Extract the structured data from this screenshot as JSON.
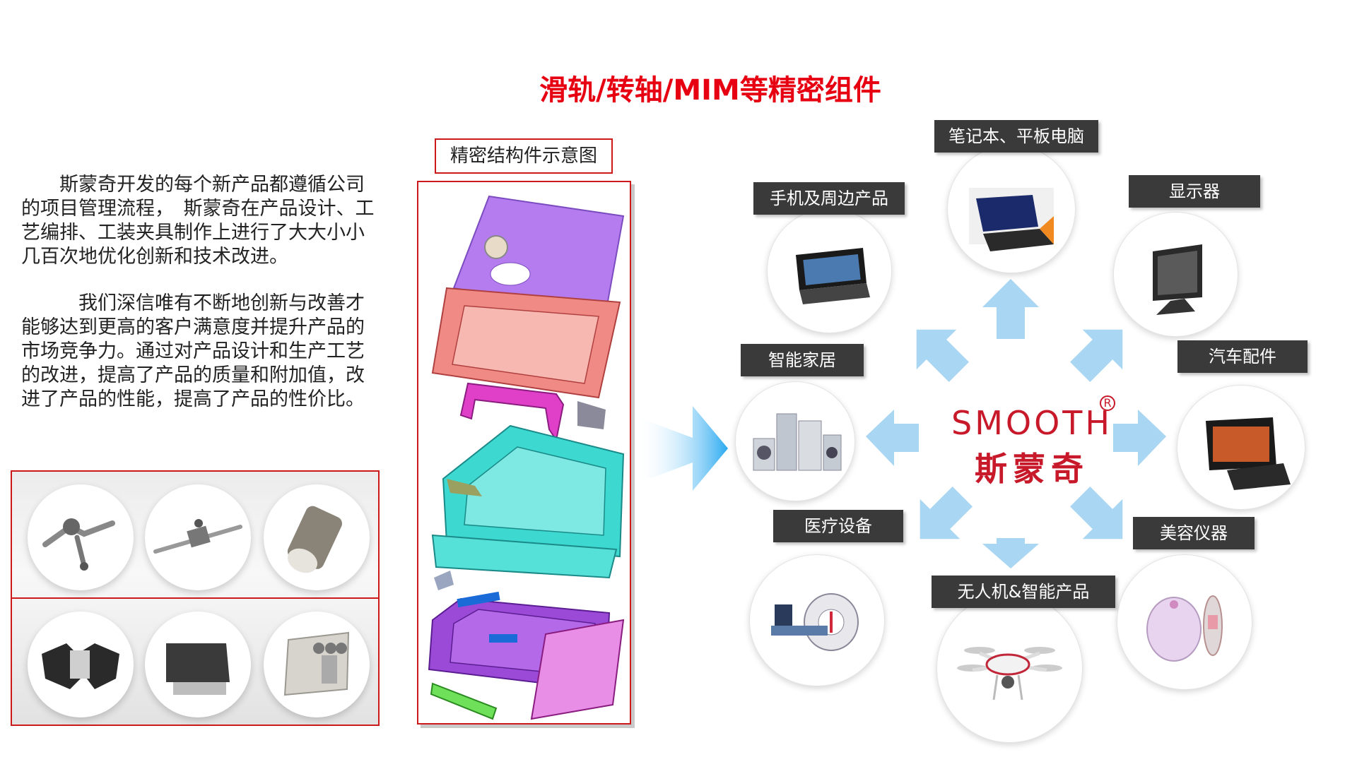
{
  "title": "滑轨/转轴/MIM等精密组件",
  "intro": {
    "paragraph1": "斯蒙奇开发的每个新产品都遵循公司的项目管理流程，　斯蒙奇在产品设计、工艺编排、工装夹具制作上进行了大大小小几百次地优化创新和技术改进。",
    "paragraph2": "　我们深信唯有不断地创新与改善才能够达到更高的客户满意度并提升产品的市场竞争力。通过对产品设计和生产工艺的改进，提高了产品的质量和附加值，改进了产品的性能，提高了产品的性价比。"
  },
  "structure_caption": "精密结构件示意图",
  "brand": {
    "name_en": "SMOOTH",
    "name_cn": "斯蒙奇",
    "registered": "R"
  },
  "applications": {
    "laptop": "笔记本、平板电脑",
    "phone": "手机及周边产品",
    "monitor": "显示器",
    "smart_home": "智能家居",
    "car": "汽车配件",
    "medical": "医疗设备",
    "beauty": "美容仪器",
    "drone": "无人机&智能产品"
  },
  "colors": {
    "accent": "#e60012",
    "label_bg": "#3a3a3a",
    "arrow": "#a9d6f2",
    "brand": "#c8192a"
  },
  "icons": [
    "laptop-image",
    "phone-image",
    "monitor-image",
    "appliances-image",
    "car-gps-image",
    "medical-scanner-image",
    "beauty-device-image",
    "drone-image",
    "hinge-part-images",
    "exploded-phone-housing-diagram"
  ]
}
